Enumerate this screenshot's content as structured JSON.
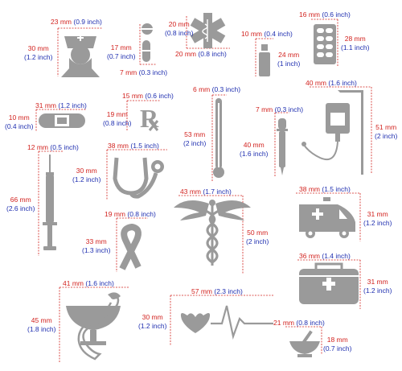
{
  "colors": {
    "icon": "#9a9a9a",
    "dimension_line": "#d2231f",
    "millimetres_text": "#d2231f",
    "inches_text": "#1f2fb0",
    "background": "#ffffff"
  },
  "stencils": [
    {
      "icon": "nurse-icon",
      "width": {
        "mm": "23 mm",
        "in": "(0.9 inch)"
      },
      "height": {
        "mm": "30 mm",
        "in": "(1.2 inch)"
      }
    },
    {
      "icon": "pills-icon",
      "width": {
        "mm": "7 mm",
        "in": "(0.3 inch)"
      },
      "height": {
        "mm": "17 mm",
        "in": "(0.7 inch)"
      }
    },
    {
      "icon": "star-of-life-icon",
      "width": {
        "mm": "20 mm",
        "in": "(0.8 inch)"
      },
      "height": {
        "mm": "20 mm",
        "in": "(0.8 inch)"
      }
    },
    {
      "icon": "vial-icon",
      "width": {
        "mm": "10 mm",
        "in": "(0.4 inch)"
      },
      "height": {
        "mm": "24 mm",
        "in": "(1 inch)"
      }
    },
    {
      "icon": "blister-pack-icon",
      "width": {
        "mm": "16 mm",
        "in": "(0.6 inch)"
      },
      "height": {
        "mm": "28 mm",
        "in": "(1.1 inch)"
      }
    },
    {
      "icon": "bandage-icon",
      "width": {
        "mm": "31 mm",
        "in": "(1.2 inch)"
      },
      "height": {
        "mm": "10 mm",
        "in": "(0.4 inch)"
      }
    },
    {
      "icon": "rx-icon",
      "width": {
        "mm": "15 mm",
        "in": "(0.6 inch)"
      },
      "height": {
        "mm": "19 mm",
        "in": "(0.8 inch)"
      }
    },
    {
      "icon": "thermometer-icon",
      "width": {
        "mm": "6 mm",
        "in": "(0.3 inch)"
      },
      "height": {
        "mm": "53 mm",
        "in": "(2 inch)"
      }
    },
    {
      "icon": "dropper-icon",
      "width": {
        "mm": "7 mm",
        "in": "(0.3 inch)"
      },
      "height": {
        "mm": "40 mm",
        "in": "(1.6 inch)"
      }
    },
    {
      "icon": "iv-drip-icon",
      "width": {
        "mm": "40 mm",
        "in": "(1.6 inch)"
      },
      "height": {
        "mm": "51 mm",
        "in": "(2 inch)"
      }
    },
    {
      "icon": "syringe-icon",
      "width": {
        "mm": "12 mm",
        "in": "(0.5 inch)"
      },
      "height": {
        "mm": "66 mm",
        "in": "(2.6 inch)"
      }
    },
    {
      "icon": "stethoscope-icon",
      "width": {
        "mm": "38 mm",
        "in": "(1.5 inch)"
      },
      "height": {
        "mm": "30 mm",
        "in": "(1.2 inch)"
      }
    },
    {
      "icon": "caduceus-icon",
      "width": {
        "mm": "43 mm",
        "in": "(1.7 inch)"
      },
      "height": {
        "mm": "50 mm",
        "in": "(2 inch)"
      }
    },
    {
      "icon": "ambulance-icon",
      "width": {
        "mm": "38 mm",
        "in": "(1.5 inch)"
      },
      "height": {
        "mm": "31 mm",
        "in": "(1.2 inch)"
      }
    },
    {
      "icon": "awareness-ribbon-icon",
      "width": {
        "mm": "19 mm",
        "in": "(0.8 inch)"
      },
      "height": {
        "mm": "33 mm",
        "in": "(1.3 inch)"
      }
    },
    {
      "icon": "first-aid-kit-icon",
      "width": {
        "mm": "36 mm",
        "in": "(1.4 inch)"
      },
      "height": {
        "mm": "31 mm",
        "in": "(1.2 inch)"
      }
    },
    {
      "icon": "bowl-of-hygieia-icon",
      "width": {
        "mm": "41 mm",
        "in": "(1.6 inch)"
      },
      "height": {
        "mm": "45 mm",
        "in": "(1.8 inch)"
      }
    },
    {
      "icon": "heartbeat-icon",
      "width": {
        "mm": "57 mm",
        "in": "(2.3 inch)"
      },
      "height": {
        "mm": "30 mm",
        "in": "(1.2 inch)"
      }
    },
    {
      "icon": "mortar-pestle-icon",
      "width": {
        "mm": "21 mm",
        "in": "(0.8 inch)"
      },
      "height": {
        "mm": "18 mm",
        "in": "(0.7 inch)"
      }
    }
  ]
}
